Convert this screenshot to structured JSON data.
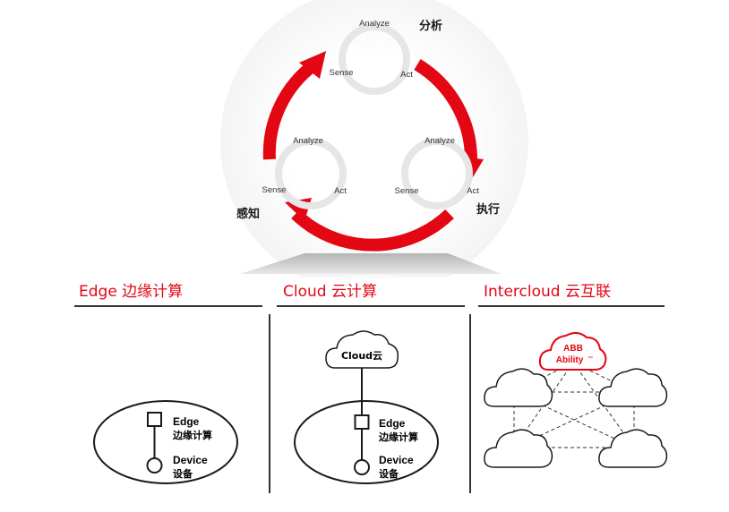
{
  "cycle": {
    "top": {
      "analyze": "Analyze",
      "sense": "Sense",
      "act": "Act",
      "cn": "分析"
    },
    "left": {
      "analyze": "Analyze",
      "sense": "Sense",
      "act": "Act",
      "cn": "感知"
    },
    "right": {
      "analyze": "Analyze",
      "sense": "Sense",
      "act": "Act",
      "cn": "执行"
    }
  },
  "sections": {
    "edge": {
      "title": "Edge 边缘计算",
      "edge_label": "Edge",
      "edge_cn": "边缘计算",
      "device_label": "Device",
      "device_cn": "设备"
    },
    "cloud": {
      "title": "Cloud 云计算",
      "cloud_label": "Cloud云",
      "edge_label": "Edge",
      "edge_cn": "边缘计算",
      "device_label": "Device",
      "device_cn": "设备"
    },
    "intercloud": {
      "title": "Intercloud 云互联",
      "brand_line1": "ABB",
      "brand_line2": "Ability",
      "brand_tm": "™"
    }
  },
  "colors": {
    "accent": "#e30613",
    "ink": "#1a1a1a",
    "light_arrow": "#e6e6e6",
    "fan": "#c8c8c8"
  }
}
